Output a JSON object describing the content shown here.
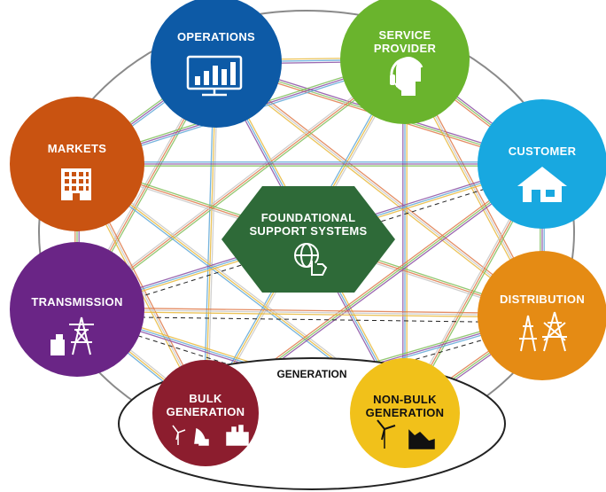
{
  "title": "",
  "nodes": {
    "operations": {
      "label": "OPERATIONS",
      "color": "#0d5aa6",
      "icon": "monitor-chart-icon"
    },
    "service_provider": {
      "label": "SERVICE\nPROVIDER",
      "color": "#6ab42d",
      "icon": "headset-agent-icon"
    },
    "markets": {
      "label": "MARKETS",
      "color": "#c95311",
      "icon": "office-building-icon"
    },
    "customer": {
      "label": "CUSTOMER",
      "color": "#18a8e0",
      "icon": "house-icon"
    },
    "transmission": {
      "label": "TRANSMISSION",
      "color": "#6a2586",
      "icon": "transmission-tower-icon"
    },
    "distribution": {
      "label": "DISTRIBUTION",
      "color": "#e58b14",
      "icon": "distribution-towers-icon"
    },
    "bulk_generation": {
      "label": "BULK\nGENERATION",
      "color": "#8c1d2e",
      "icon": "power-plant-icons"
    },
    "non_bulk_generation": {
      "label": "NON-BULK\nGENERATION",
      "color": "#f1c11a",
      "icon": "renewables-icons"
    }
  },
  "center": {
    "label": "FOUNDATIONAL\nSUPPORT SYSTEMS",
    "color": "#2e6a38",
    "icon": "globe-hand-icon"
  },
  "generation_group": {
    "label": "GENERATION"
  },
  "connection_colors": [
    "#e8b93c",
    "#5fa8d8",
    "#8a4ea3",
    "#7fbf5a",
    "#e07a4a",
    "#c8c8c8"
  ]
}
